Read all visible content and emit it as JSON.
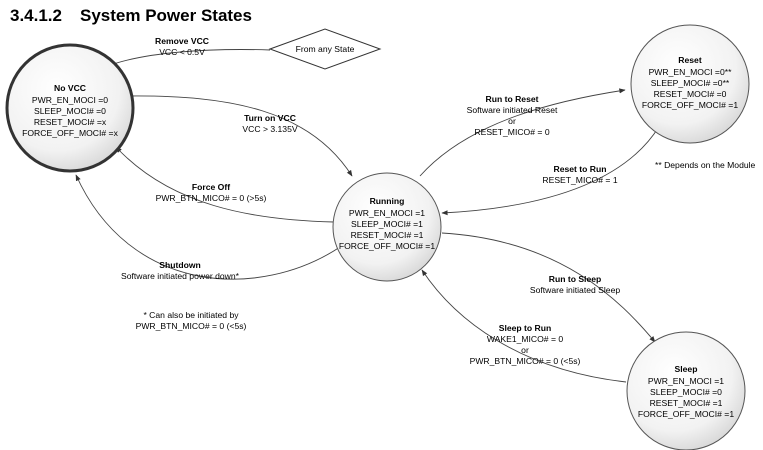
{
  "section_number": "3.4.1.2",
  "section_title": "System Power States",
  "states": {
    "novcc": {
      "name": "No VCC",
      "lines": [
        "PWR_EN_MOCI =0",
        "SLEEP_MOCI# =0",
        "RESET_MOCI# =x",
        "FORCE_OFF_MOCI# =x"
      ]
    },
    "running": {
      "name": "Running",
      "lines": [
        "PWR_EN_MOCI =1",
        "SLEEP_MOCI# =1",
        "RESET_MOCI# =1",
        "FORCE_OFF_MOCI# =1"
      ]
    },
    "reset": {
      "name": "Reset",
      "lines": [
        "PWR_EN_MOCI =0**",
        "SLEEP_MOCI# =0**",
        "RESET_MOCI# =0",
        "FORCE_OFF_MOCI# =1"
      ]
    },
    "sleep": {
      "name": "Sleep",
      "lines": [
        "PWR_EN_MOCI =1",
        "SLEEP_MOCI# =0",
        "RESET_MOCI# =1",
        "FORCE_OFF_MOCI# =1"
      ]
    }
  },
  "from_any_state": "From any State",
  "transitions": {
    "remove_vcc": {
      "title": "Remove VCC",
      "lines": [
        "VCC < 0.5V"
      ]
    },
    "turn_on_vcc": {
      "title": "Turn on VCC",
      "lines": [
        "VCC > 3.135V"
      ]
    },
    "force_off": {
      "title": "Force Off",
      "lines": [
        "PWR_BTN_MICO# = 0 (>5s)"
      ]
    },
    "shutdown": {
      "title": "Shutdown",
      "lines": [
        "Software initiated power down*"
      ]
    },
    "run_to_reset": {
      "title": "Run to Reset",
      "lines": [
        "Software initiated Reset",
        "or",
        "RESET_MICO# = 0"
      ]
    },
    "reset_to_run": {
      "title": "Reset to Run",
      "lines": [
        "RESET_MICO# = 1"
      ]
    },
    "run_to_sleep": {
      "title": "Run to Sleep",
      "lines": [
        "Software initiated Sleep"
      ]
    },
    "sleep_to_run": {
      "title": "Sleep to Run",
      "lines": [
        "WAKE1_MICO# = 0",
        "or",
        "PWR_BTN_MICO# = 0 (<5s)"
      ]
    }
  },
  "notes": {
    "module": "** Depends on the Module",
    "shutdown_line1": "* Can also be initiated by",
    "shutdown_line2": "PWR_BTN_MICO# = 0 (<5s)"
  }
}
